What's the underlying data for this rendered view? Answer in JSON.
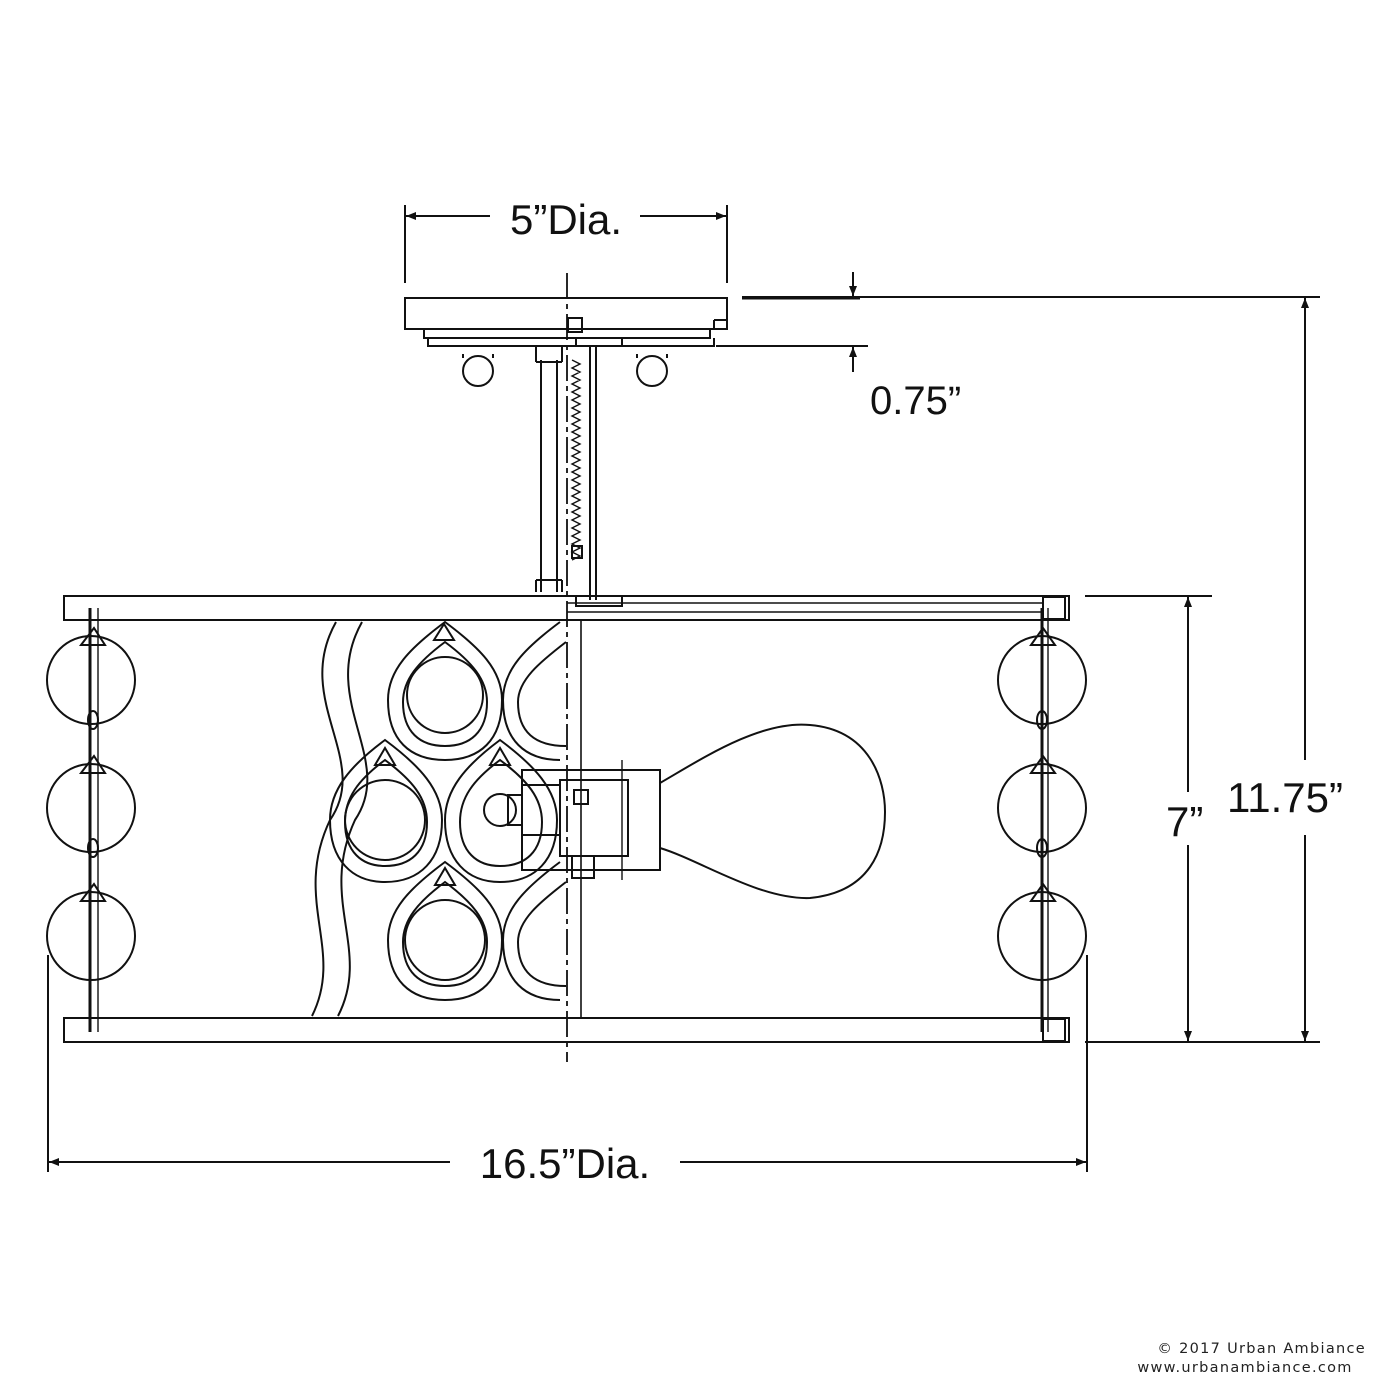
{
  "dimensions": {
    "canopy_diameter": "5”Dia.",
    "canopy_thickness": "0.75”",
    "shade_height": "7”",
    "overall_height": "11.75”",
    "shade_diameter": "16.5”Dia."
  },
  "footer": {
    "copyright": "© 2017 Urban Ambiance",
    "website": "www.urbanambiance.com"
  }
}
